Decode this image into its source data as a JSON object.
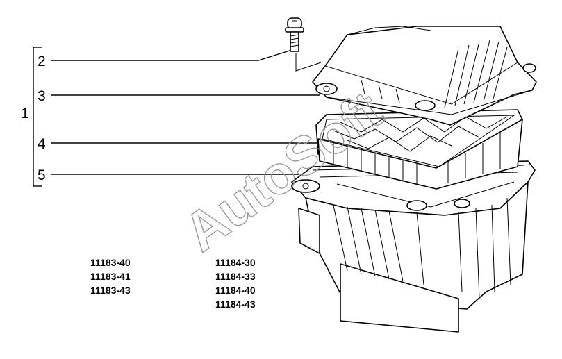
{
  "callouts": {
    "group": "1",
    "screw": "2",
    "cover": "3",
    "filter": "4",
    "housing": "5"
  },
  "model_codes": {
    "column_a": [
      "11183-40",
      "11183-41",
      "11183-43"
    ],
    "column_b": [
      "11184-30",
      "11184-33",
      "11184-40",
      "11184-43"
    ]
  },
  "watermark": "AutoSoft"
}
